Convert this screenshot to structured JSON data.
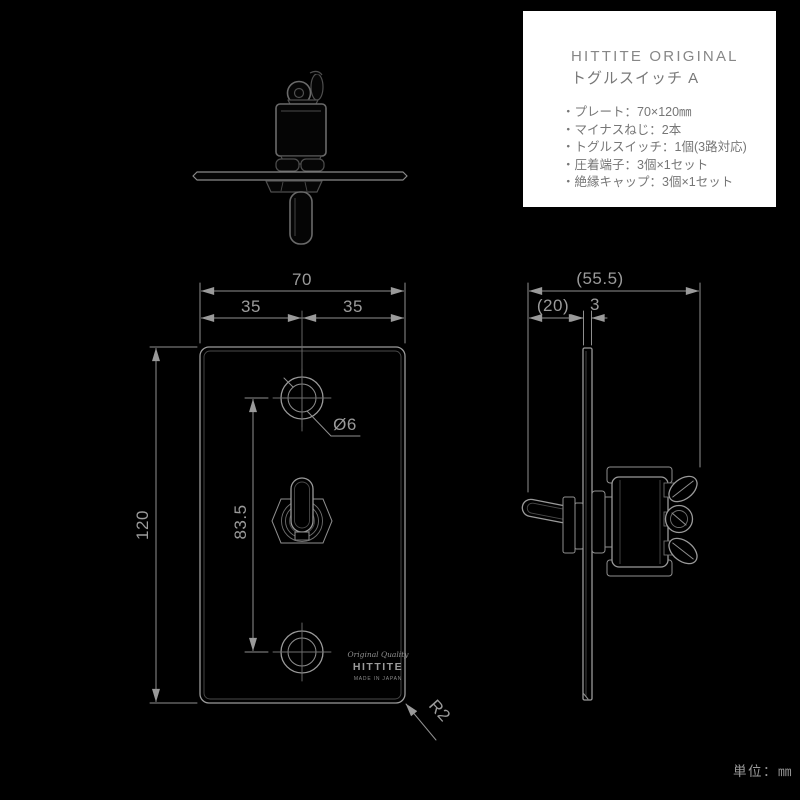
{
  "info_card": {
    "title_en": "HITTITE ORIGINAL",
    "title_ja": "トグルスイッチ A",
    "specs": [
      "・プレート：70×120㎜",
      "・マイナスねじ：2本",
      "・トグルスイッチ：1個(3路対応)",
      "・圧着端子：3個×1セット",
      "・絶縁キャップ：3個×1セット"
    ]
  },
  "front_view": {
    "width_total": "70",
    "width_half_left": "35",
    "width_half_right": "35",
    "height_total": "120",
    "hole_pitch": "83.5",
    "hole_diameter": "Ø6",
    "corner_radius": "R2",
    "logo": {
      "tagline": "Original Quality",
      "brand": "HITTITE",
      "origin": "MADE IN JAPAN"
    }
  },
  "side_view": {
    "depth_total": "(55.5)",
    "lever_projection": "(20)",
    "plate_thickness": "3"
  },
  "footer": {
    "unit_label": "単位：㎜"
  },
  "colors": {
    "background": "#000000",
    "drawing_line": "#9a9a9a",
    "card_background": "#ffffff",
    "card_text": "#767676"
  }
}
